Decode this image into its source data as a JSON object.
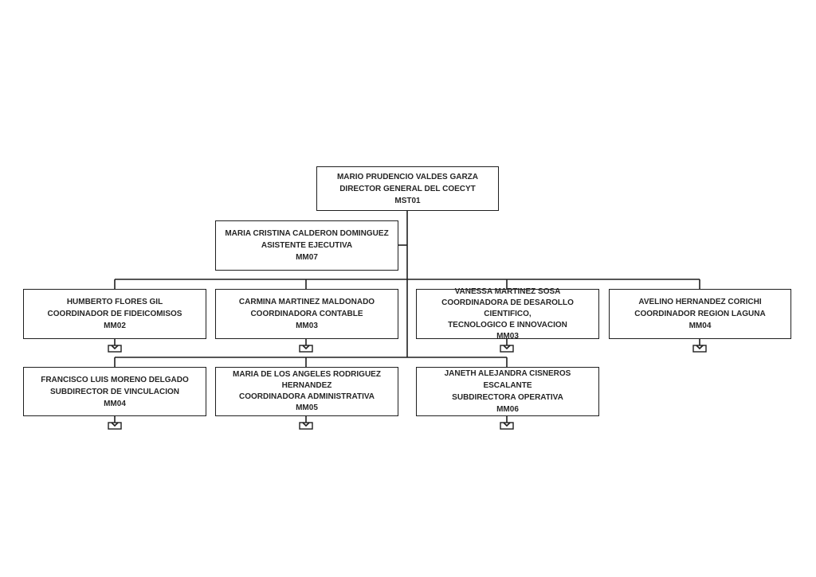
{
  "org_chart": {
    "director": {
      "name": "MARIO PRUDENCIO VALDES GARZA",
      "title": "DIRECTOR GENERAL DEL COECYT",
      "code": "MST01"
    },
    "assistant": {
      "name": "MARIA CRISTINA CALDERON DOMINGUEZ",
      "title": "ASISTENTE EJECUTIVA",
      "code": "MM07"
    },
    "row1": [
      {
        "name": "HUMBERTO FLORES GIL",
        "title": "COORDINADOR DE FIDEICOMISOS",
        "code": "MM02"
      },
      {
        "name": "CARMINA MARTINEZ MALDONADO",
        "title": "COORDINADORA CONTABLE",
        "code": "MM03"
      },
      {
        "name": "VANESSA MARTINEZ SOSA",
        "title": "COORDINADORA DE DESAROLLO CIENTIFICO,\nTECNOLOGICO E INNOVACION",
        "code": "MM03"
      },
      {
        "name": "AVELINO HERNANDEZ CORICHI",
        "title": "COORDINADOR REGION LAGUNA",
        "code": "MM04"
      }
    ],
    "row2": [
      {
        "name": "FRANCISCO LUIS MORENO DELGADO",
        "title": "SUBDIRECTOR DE VINCULACION",
        "code": "MM04"
      },
      {
        "name": "MARIA DE LOS ANGELES RODRIGUEZ\nHERNANDEZ",
        "title": "COORDINADORA ADMINISTRATIVA",
        "code": "MM05"
      },
      {
        "name": "JANETH ALEJANDRA CISNEROS ESCALANTE",
        "title": "SUBDIRECTORA OPERATIVA",
        "code": "MM06"
      }
    ],
    "colors": {
      "line": "#1f1f1f",
      "text": "#262626",
      "box_fill": "#ffffff"
    }
  }
}
